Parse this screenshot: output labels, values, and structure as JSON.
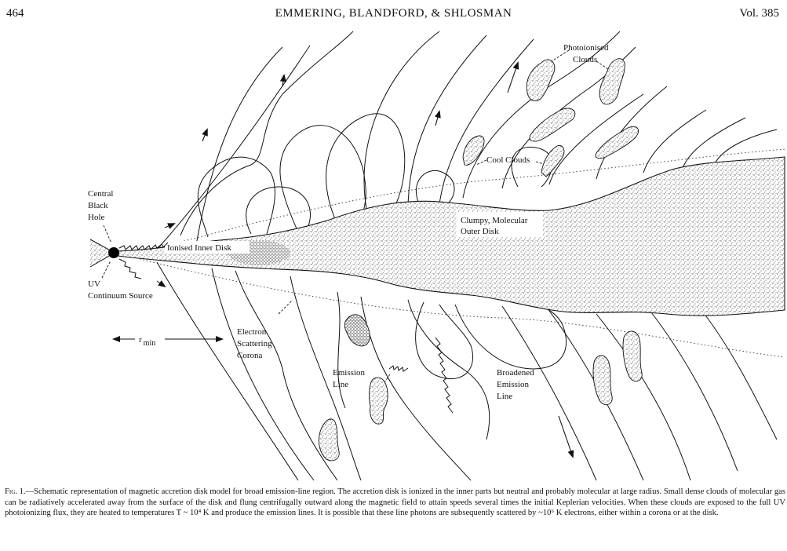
{
  "header": {
    "page_number": "464",
    "running_head": "EMMERING, BLANDFORD, & SHLOSMAN",
    "volume": "Vol. 385"
  },
  "figure": {
    "labels": {
      "photoionised_clouds": [
        "Photoionised",
        "Clouds"
      ],
      "cool_clouds": "Cool Clouds",
      "central_black_hole": [
        "Central",
        "Black",
        "Hole"
      ],
      "uv_source": [
        "UV",
        "Continuum Source"
      ],
      "ionised_inner_disk": "Ionised Inner Disk",
      "outer_disk": [
        "Clumpy, Molecular",
        "Outer Disk"
      ],
      "r_min": "r",
      "r_min_sub": "min",
      "electron_corona": [
        "Electron",
        "Scattering",
        "Corona"
      ],
      "emission_line": [
        "Emission",
        "Line"
      ],
      "broadened_emission_line": [
        "Broadened",
        "Emission",
        "Line"
      ]
    }
  },
  "caption": {
    "label": "Fig. 1.",
    "text": "—Schematic representation of magnetic accretion disk model for broad emission-line region. The accretion disk is ionized in the inner parts but neutral and probably molecular at large radius. Small dense clouds of molecular gas can be radiatively accelerated away from the surface of the disk and flung centrifugally outward along the magnetic field to attain speeds several times the initial Keplerian velocities. When these clouds are exposed to the full UV photoionizing flux, they are heated to temperatures T ~ 10⁴ K and produce the emission lines. It is possible that these line photons are subsequently scattered by ~10⁶ K electrons, either within a corona or at the disk."
  },
  "colors": {
    "ink": "#111111",
    "paper": "#ffffff"
  }
}
